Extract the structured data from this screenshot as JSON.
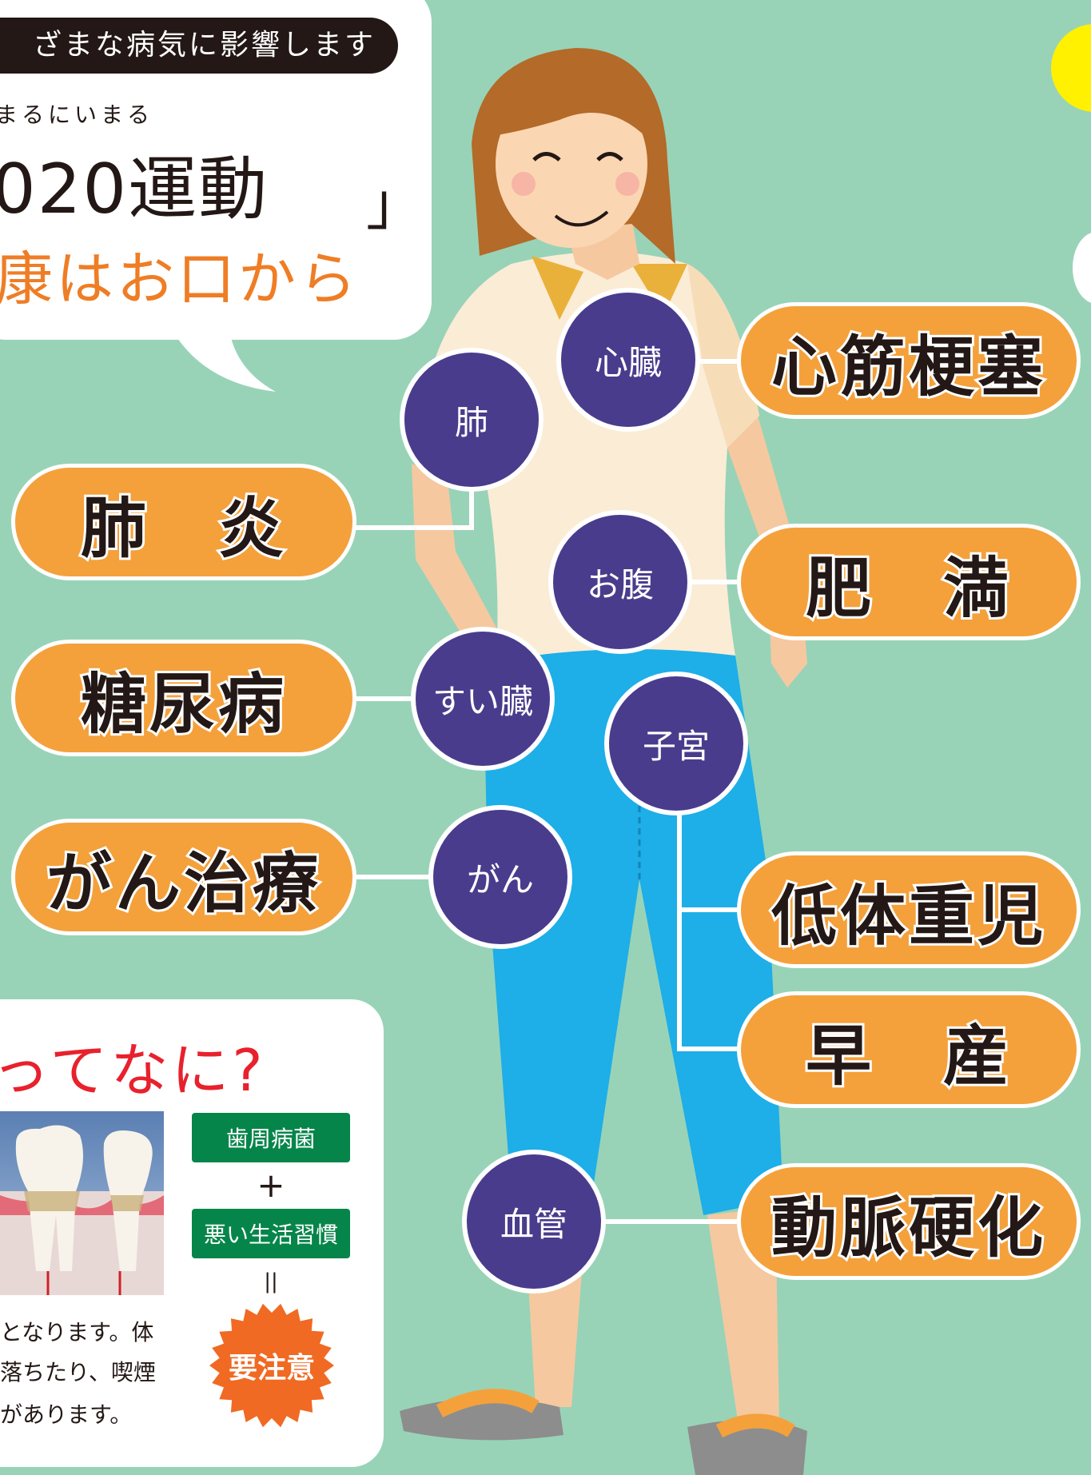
{
  "bubble": {
    "header": "ざまな病気に影響します",
    "ruby": "まるにいまる",
    "campaign": "020運動",
    "bracket": "」",
    "tagline": "康はお口から"
  },
  "organs": {
    "heart": "心臓",
    "lung": "肺",
    "belly": "お腹",
    "pancreas": "すい臓",
    "uterus": "子宮",
    "cancer": "がん",
    "vessel": "血管"
  },
  "diseases": {
    "myocardial": "心筋梗塞",
    "pneumonia": "肺　炎",
    "obesity": "肥　満",
    "diabetes": "糖尿病",
    "cancer_treatment": "がん治療",
    "low_birth_weight": "低体重児",
    "premature": "早　産",
    "arteriosclerosis": "動脈硬化"
  },
  "info": {
    "title": "ってなに?",
    "box1": "歯周病菌",
    "plus": "+",
    "box2": "悪い生活習慣",
    "equals": "||",
    "caution": "要注意",
    "desc_line1": "となります。体",
    "desc_line2": "落ちたり、喫煙",
    "desc_line3": "があります。"
  },
  "colors": {
    "background": "#98d3b8",
    "disease_pill": "#f4a13c",
    "organ_circle": "#4a3c8c",
    "tagline": "#ef7d25",
    "info_title": "#e8212d",
    "eq_box": "#06854a",
    "caution": "#f06a23",
    "pants": "#1eaee8",
    "shirt": "#fbecd6"
  }
}
